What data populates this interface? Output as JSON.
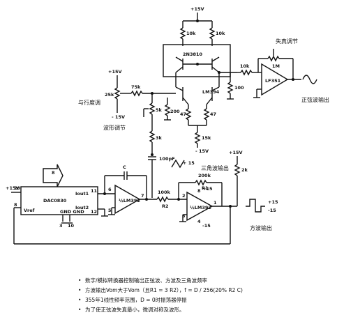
{
  "supply": {
    "plus15": "+15V",
    "minus15": "-15V",
    "plus15_short": "+15",
    "minus15_short": "-15",
    "minus15_alt": "- 15V",
    "plus15_pin": "+ 15"
  },
  "components": {
    "r10k_left": "10k",
    "r10k_right": "10k",
    "q_pair": "2N3810",
    "r10k_out": "10k",
    "rf_1m": "1M",
    "opamp_lf351": "LF351",
    "r100_out": "100",
    "lm394": "LM394",
    "pot_25k": "25k",
    "r75k": "75k",
    "r5k": "5k",
    "r200": "200",
    "r47_left": "47",
    "r47_right": "47",
    "r15k": "15k",
    "r3k": "3k",
    "c100pf": "100pF",
    "cap_c": "C",
    "r100k": "100k",
    "r2_ref": "R2",
    "r2k": "2k",
    "r200k": "200k",
    "r1_ref": "R1",
    "dac": "DAC0830",
    "iout1": "Iout1",
    "iout2": "Iout2",
    "vref": "Vref",
    "gnd_pins": "GND GND",
    "comp_lm392": "½LM392",
    "amp_lm392": "½LM392"
  },
  "pins": {
    "dac_vcc": "20",
    "dac_vref": "8",
    "p11": "11",
    "p12": "12",
    "p3": "3",
    "p10": "10",
    "p6": "6",
    "p5": "5",
    "p7": "7",
    "p2": "2",
    "p3b": "3",
    "p1": "1",
    "p8": "8",
    "p4": "4",
    "p1b": "1"
  },
  "bus_label": "8",
  "labels": {
    "distortion_adjust": "失真调节",
    "freq_adjust": "与行度调",
    "symmetry_adjust": "波形调节",
    "sine_output": "正弦波输出",
    "triangle_output": "三角波输出",
    "square_output": "方波输出",
    "square_hi": "+15",
    "square_lo": "-15"
  },
  "notes": [
    "数字/模拟转换器控制输出正弦波、方波及三角波频率",
    "方波输出Vom大于Vom（且R1 = 3 R2），f = D / 256(20% R2 C)",
    "355年1线性频率范围，D = 0时振荡器停振",
    "为了使正弦波失真最小，微调对称及波形。"
  ]
}
